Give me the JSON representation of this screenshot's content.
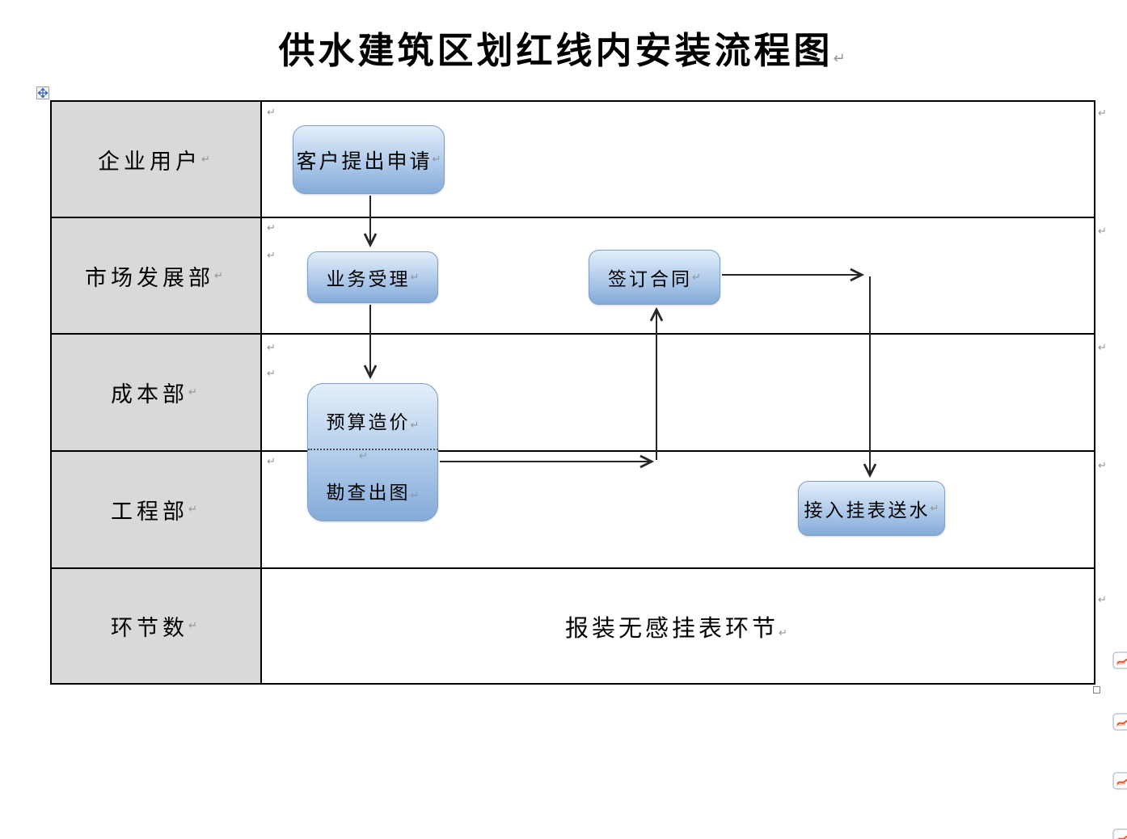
{
  "title": {
    "text": "供水建筑区划红线内安装流程图"
  },
  "lanes": [
    {
      "label": "企业用户"
    },
    {
      "label": "市场发展部"
    },
    {
      "label": "成本部"
    },
    {
      "label": "工程部"
    },
    {
      "label": "环节数"
    }
  ],
  "nodes": {
    "apply": {
      "label": "客户提出申请"
    },
    "accept": {
      "label": "业务受理"
    },
    "contract": {
      "label": "签订合同"
    },
    "budget": {
      "label": "预算造价"
    },
    "survey": {
      "label": "勘查出图"
    },
    "connect": {
      "label": "接入挂表送水"
    }
  },
  "edges": [
    {
      "from": "客户提出申请",
      "to": "业务受理"
    },
    {
      "from": "业务受理",
      "to": "预算造价"
    },
    {
      "from": "勘查出图",
      "to": "签订合同"
    },
    {
      "from": "签订合同",
      "to": "接入挂表送水"
    }
  ],
  "footer": {
    "text": "报装无感挂表环节"
  },
  "marks": {
    "pilcrow": "↵"
  },
  "colors": {
    "node_fill_top": "#e3eefa",
    "node_fill_bottom": "#84abd9",
    "node_border": "#7f9fc4",
    "lane_label_bg": "#d9d9d9",
    "table_border": "#000000",
    "arrow": "#262626",
    "pilcrow_gray": "#8e979f",
    "change_mark_accent": "#e2572b",
    "handle_accent": "#3e6cb5"
  }
}
